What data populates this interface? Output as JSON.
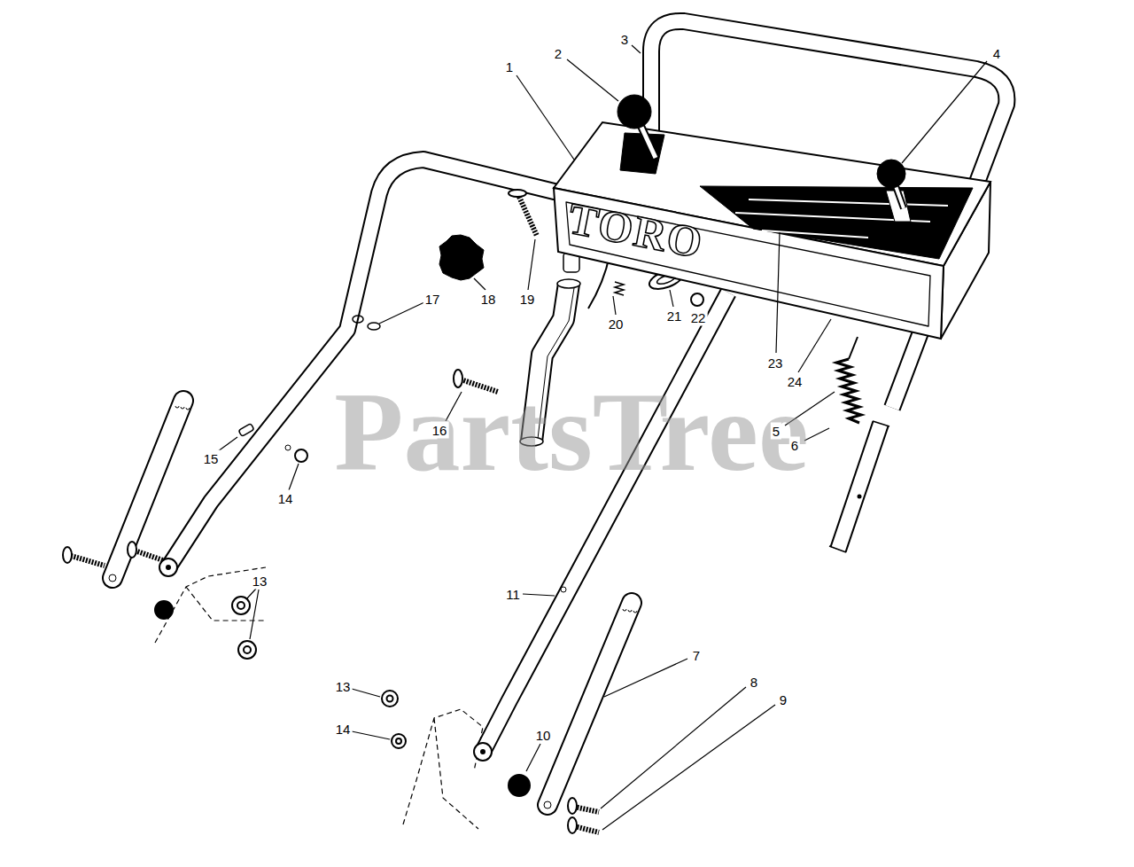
{
  "diagram": {
    "labels": [
      "1",
      "2",
      "3",
      "4",
      "5",
      "6",
      "7",
      "8",
      "9",
      "10",
      "11",
      "13",
      "13",
      "14",
      "14",
      "15",
      "16",
      "17",
      "18",
      "19",
      "20",
      "21",
      "22",
      "23",
      "24",
      "TORO",
      "PartsTree"
    ]
  }
}
